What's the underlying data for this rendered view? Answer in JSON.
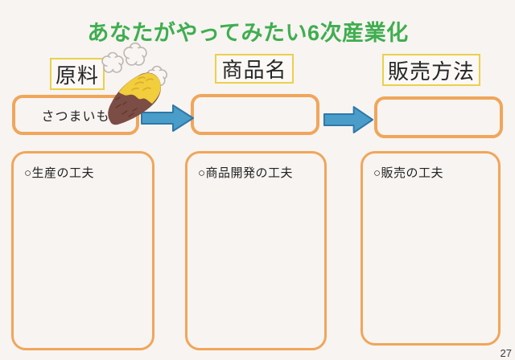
{
  "slide": {
    "title": "あなたがやってみたい6次産業化",
    "page_number": "27"
  },
  "columns": [
    {
      "header": "原料",
      "value": "さつまいも",
      "notes_heading": "○生産の工夫"
    },
    {
      "header": "商品名",
      "value": "",
      "notes_heading": "○商品開発の工夫"
    },
    {
      "header": "販売方法",
      "value": "",
      "notes_heading": "○販売の工夫"
    }
  ],
  "icons": {
    "illustration": "baked-sweet-potato-with-steam",
    "arrows": [
      "right-block-arrow",
      "right-block-arrow"
    ]
  },
  "colors": {
    "title_green": "#3fae4f",
    "frame_orange": "#f0a65a",
    "header_border_yellow": "#ecd04b",
    "arrow_fill_blue": "#4a9dc9",
    "arrow_border_blue": "#2e78a8",
    "paper_background": "#f8f4f2",
    "text_dark": "#262626",
    "potato_skin": "#7b4d44",
    "potato_flesh": "#f2cd3c",
    "steam_outline": "#bdb7b1"
  }
}
